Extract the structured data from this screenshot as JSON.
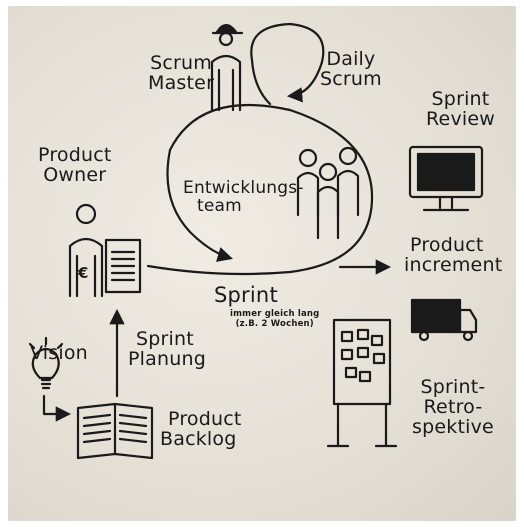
{
  "labels": {
    "scrum_master": [
      "Scrum",
      "Master"
    ],
    "daily_scrum": [
      "Daily",
      "Scrum"
    ],
    "sprint_review": [
      "Sprint",
      "Review"
    ],
    "product_owner": [
      "Product",
      "Owner"
    ],
    "dev_team": [
      "Entwicklungs-",
      "team"
    ],
    "product_increment": [
      "Product",
      "increment"
    ],
    "sprint": "Sprint",
    "sprint_note": [
      "immer gleich lang",
      "(z.B. 2 Wochen)"
    ],
    "vision": "Vision",
    "sprint_planning": [
      "Sprint",
      "Planung"
    ],
    "product_backlog": [
      "Product",
      "Backlog"
    ],
    "sprint_retro": [
      "Sprint-",
      "Retro-",
      "spektive"
    ],
    "euro_symbol": "€"
  },
  "colors": {
    "ink": "#1a1a1a",
    "paper": "#ebe6dc"
  },
  "icons": [
    "person-icon",
    "group-icon",
    "monitor-icon",
    "truck-icon",
    "lightbulb-icon",
    "open-book-icon",
    "document-icon",
    "taskboard-icon"
  ]
}
